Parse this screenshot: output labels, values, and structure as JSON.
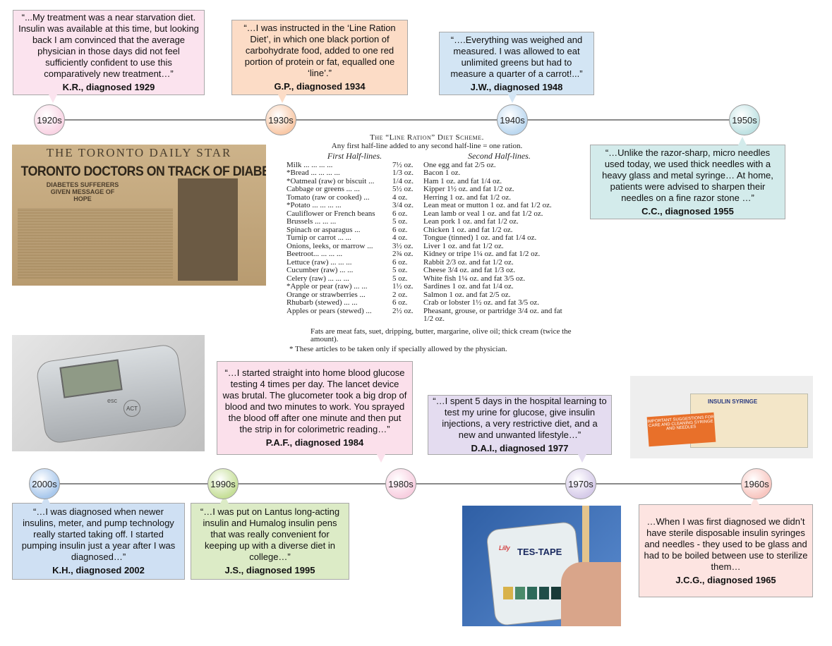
{
  "timeline_top": [
    {
      "decade": "1920s",
      "quote": "“...My treatment was a near starvation diet. Insulin was available at this time, but looking back I am convinced that the average physician in those days did not feel sufficiently confident to use this comparatively new treatment…”",
      "by": "K.R., diagnosed 1929",
      "color": "#fbe3ee",
      "node": "#f9d4e4"
    },
    {
      "decade": "1930s",
      "quote": "“…I was instructed in the ‘Line Ration Diet’, in which one black portion of carbohydrate food, added to one red portion of protein or fat, equalled one ‘line’.”",
      "by": "G.P., diagnosed 1934",
      "color": "#fcdcc6",
      "node": "#f9c9a8"
    },
    {
      "decade": "1940s",
      "quote": "“….Everything was weighed and measured. I was allowed to eat unlimited greens but had to measure a quarter of a carrot!...”",
      "by": "J.W., diagnosed 1948",
      "color": "#d3e5f4",
      "node": "#bcd8f0"
    },
    {
      "decade": "1950s",
      "quote": "“…Unlike the razor-sharp, micro needles used today, we used thick needles with a heavy glass and metal syringe… At home, patients were advised to sharpen their needles on a fine razor stone …”",
      "by": "C.C., diagnosed 1955",
      "color": "#d3ebeb",
      "node": "#bfe2e3"
    }
  ],
  "timeline_bottom": [
    {
      "decade": "2000s",
      "quote": "“…I was diagnosed when newer insulins, meter, and pump technology really started taking off. I started pumping insulin just a year after I was diagnosed…”",
      "by": "K.H., diagnosed 2002",
      "color": "#cfe0f3",
      "node": "#a9c8ec"
    },
    {
      "decade": "1990s",
      "quote": "“…I was put on Lantus long-acting insulin and Humalog insulin pens that was really convenient for keeping up with a diverse diet in college…”",
      "by": "J.S., diagnosed 1995",
      "color": "#dcebc6",
      "node": "#c6df98"
    },
    {
      "decade": "1980s",
      "quote": "“…I started straight into home blood glucose testing 4 times per day. The lancet device was brutal. The glucometer took a big drop of blood and two minutes to work. You sprayed the blood off after one minute and then put the strip in  for colorimetric reading…”",
      "by": "P.A.F., diagnosed 1984",
      "color": "#fbe0eb",
      "node": "#f8cfe0"
    },
    {
      "decade": "1970s",
      "quote": "“…I spent 5 days in the hospital learning to test my urine for glucose, give insulin injections, a very restrictive diet, and a new and unwanted lifestyle…”",
      "by": "D.A.I., diagnosed 1977",
      "color": "#e4dcf0",
      "node": "#d6cbe9"
    },
    {
      "decade": "1960s",
      "quote": "…When I was first diagnosed we didn’t have sterile disposable insulin syringes and needles - they used to be glass and had to be boiled between use to sterilize them…",
      "by": "J.C.G., diagnosed 1965",
      "color": "#fde4e1",
      "node": "#f8c6c0"
    }
  ],
  "newspaper": {
    "masthead": "THE TORONTO DAILY STAR",
    "headline": "TORONTO DOCTORS ON TRACK OF DIABETES CURE",
    "sub": "DIABETES SUFFERERS GIVEN MESSAGE OF HOPE"
  },
  "pump": {
    "buttons": [
      "ACT",
      "esc"
    ]
  },
  "syringe_box": {
    "label": "INSULIN SYRINGE",
    "card": "IMPORTANT SUGGESTIONS FOR CARE AND CLEANING SYRINGE AND NEEDLES"
  },
  "tes_tape": {
    "brand": "Lilly",
    "name": "TES-TAPE"
  },
  "diet": {
    "title": "The “Line Ration” Diet Scheme.",
    "subtitle": "Any first half-line added to any second half-line = one ration.",
    "col1": "First Half-lines.",
    "col2": "Second Half-lines.",
    "rows": [
      [
        "Milk  ...  ...  ...  ...",
        "7½ oz.",
        "One egg and fat 2/5 oz."
      ],
      [
        "*Bread  ...  ...  ...  ...",
        "1/3 oz.",
        "Bacon 1 oz."
      ],
      [
        "*Oatmeal (raw) or biscuit ...",
        "1/4 oz.",
        "Ham 1 oz. and fat 1/4 oz."
      ],
      [
        "Cabbage or greens  ...  ...",
        "5½ oz.",
        "Kipper 1½ oz. and fat 1/2 oz."
      ],
      [
        "Tomato (raw or cooked) ...",
        "4  oz.",
        "Herring 1 oz. and fat 1/2 oz."
      ],
      [
        "*Potato  ...  ...  ...  ...",
        "3/4 oz.",
        "Lean meat or mutton 1 oz. and fat 1/2 oz."
      ],
      [
        "Cauliflower or French beans",
        "6  oz.",
        "Lean lamb or veal 1 oz. and fat 1/2 oz."
      ],
      [
        "Brussels  ...  ...  ...",
        "5  oz.",
        "Lean pork 1 oz. and fat 1/2 oz."
      ],
      [
        "Spinach or asparagus  ...",
        "6  oz.",
        "Chicken 1 oz. and fat 1/2 oz."
      ],
      [
        "Turnip or carrot  ...  ...",
        "4  oz.",
        "Tongue (tinned) 1 oz. and fat 1/4 oz."
      ],
      [
        "Onions, leeks, or marrow ...",
        "3½ oz.",
        "Liver 1 oz. and fat 1/2 oz."
      ],
      [
        "Beetroot...  ...  ...  ...",
        "2¾ oz.",
        "Kidney or tripe 1¼ oz. and fat 1/2 oz."
      ],
      [
        "Lettuce (raw) ...  ...  ...",
        "6  oz.",
        "Rabbit 2/3 oz. and fat 1/2 oz."
      ],
      [
        "Cucumber (raw)  ...  ...",
        "5  oz.",
        "Cheese 3/4 oz. and fat 1/3 oz."
      ],
      [
        "Celery (raw)  ...  ...  ...",
        "5  oz.",
        "White fish 1¼ oz. and fat 3/5 oz."
      ],
      [
        "*Apple or pear (raw) ...  ...",
        "1½ oz.",
        "Sardines 1 oz. and fat 1/4 oz."
      ],
      [
        "Orange or strawberries  ...",
        "2  oz.",
        "Salmon 1 oz. and fat 2/5 oz."
      ],
      [
        "Rhubarb (stewed)  ...  ...",
        "6  oz.",
        "Crab or lobster 1½ oz. and fat 3/5 oz."
      ],
      [
        "Apples or pears (stewed) ...",
        "2½ oz.",
        "Pheasant, grouse, or partridge 3/4 oz. and fat 1/2 oz."
      ]
    ],
    "fats": "Fats are meat fats, suet, dripping, butter, margarine, olive oil; thick cream (twice the amount).",
    "note": "* These articles to be taken only if specially allowed by the physician."
  }
}
